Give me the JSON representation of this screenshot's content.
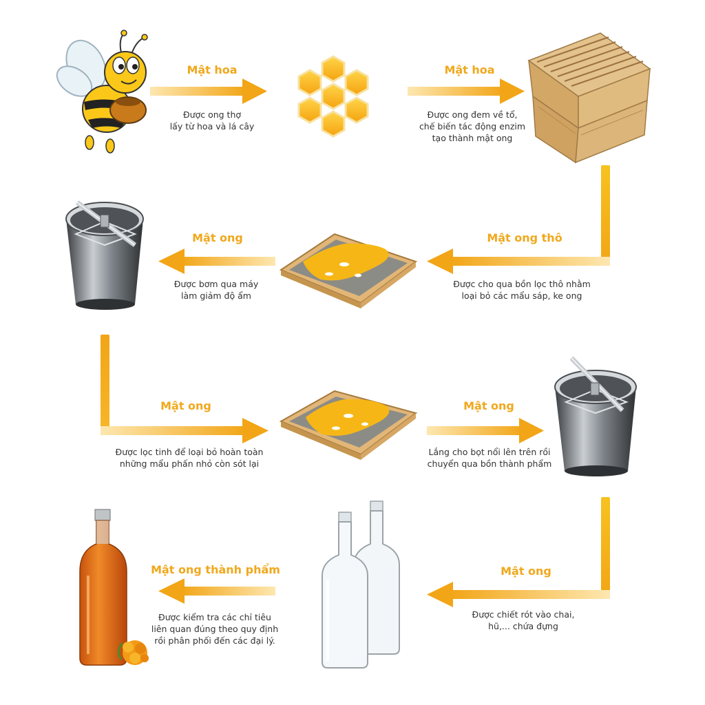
{
  "colors": {
    "arrow_light": "#fde7b0",
    "arrow_dark": "#f2a516",
    "label": "#f0a81c",
    "text": "#333333",
    "honey": "#f5b212",
    "wood": "#d9b27a",
    "steel": "#8f959b",
    "glass": "#e8eef2",
    "bottled_honey": "#e8741c"
  },
  "illustrations": [
    {
      "name": "bee-icon"
    },
    {
      "name": "honeycomb-icon"
    },
    {
      "name": "beehive-box-icon"
    },
    {
      "name": "honey-extractor-icon"
    },
    {
      "name": "honey-frame-filter-icon"
    },
    {
      "name": "honey-frame-filter-icon"
    },
    {
      "name": "honey-extractor-icon"
    },
    {
      "name": "glass-bottles-icon"
    },
    {
      "name": "honey-bottle-icon"
    }
  ],
  "steps": [
    {
      "label": "Mật hoa",
      "description": "Được ong thợ\nlấy từ hoa và lá cây"
    },
    {
      "label": "Mật hoa",
      "description": "Được ong đem về tổ,\nchế biến tác động enzim\ntạo thành mật ong"
    },
    {
      "label": "Mật ong thô",
      "description": "Được cho qua bồn lọc thô nhằm\nloại bỏ các mẩu sáp, ke ong"
    },
    {
      "label": "Mật ong",
      "description": "Được bơm qua máy\nlàm giảm độ ẩm"
    },
    {
      "label": "Mật ong",
      "description": "Được lọc tinh để loại bỏ hoàn toàn\nnhững mẩu phấn nhỏ còn sót lại"
    },
    {
      "label": "Mật ong",
      "description": "Lắng cho bọt nổi lên trên rồi\nchuyển qua bồn thành phẩm"
    },
    {
      "label": "Mật ong",
      "description": "Được chiết rót vào chai,\nhũ,... chứa đựng"
    },
    {
      "label": "Mật ong thành phẩm",
      "description": "Được kiểm tra các chỉ tiêu\nliên quan đúng theo quy định\nrồi phân phối đến các đại lý."
    }
  ]
}
